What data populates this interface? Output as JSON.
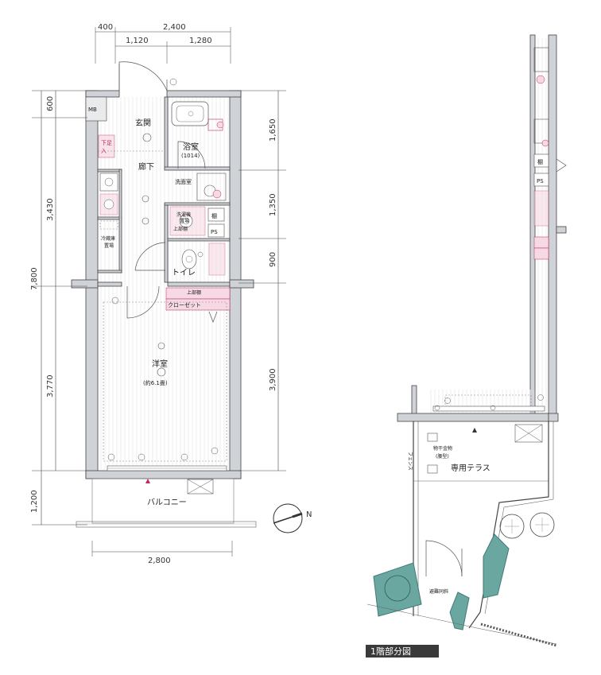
{
  "dimensions": {
    "top": [
      "400",
      "2,400",
      "1,120",
      "1,280"
    ],
    "left": [
      "600",
      "3,430",
      "7,800",
      "3,770",
      "1,200"
    ],
    "right": [
      "1,650",
      "1,350",
      "900",
      "3,900"
    ],
    "bottom": "2,800"
  },
  "rooms": {
    "mb": "MB",
    "entrance": "玄関",
    "shoe": [
      "下足",
      "入"
    ],
    "bath": "浴室",
    "bath_size": "(1014)",
    "corridor": "廊下",
    "washroom": "洗面室",
    "washer": [
      "洗濯機",
      "置場"
    ],
    "upper_shelf": "上部棚",
    "shelf": "棚",
    "ps": "PS",
    "fridge": [
      "冷蔵庫",
      "置場"
    ],
    "toilet": "トイレ",
    "closet_top": "上部棚",
    "closet": "クローゼット",
    "western": "洋室",
    "western_size": "(約6.1畳)",
    "balcony": "バルコニー"
  },
  "second_plan": {
    "shelf": "棚",
    "ps": "PS",
    "drying": [
      "物干金物",
      "(腰型)"
    ],
    "fence": "フェンス",
    "terrace": "専用テラス",
    "gate": "避難同斜",
    "caption": "1階部分図"
  },
  "compass": "N",
  "colors": {
    "wall": "#cfd2d6",
    "pink": "#c0285a",
    "tree": "#6aa7a0",
    "caption_bg": "#3a3a3a"
  }
}
